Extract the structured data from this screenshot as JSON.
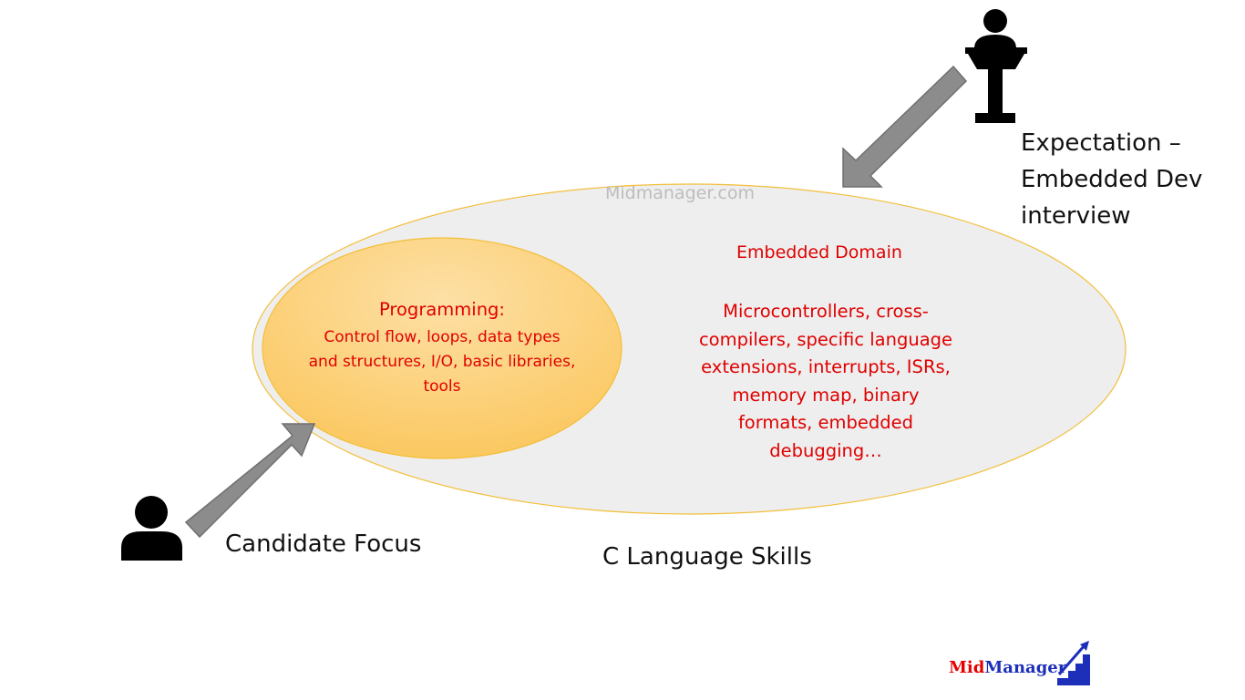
{
  "watermark": "Midmanager.com",
  "expectation": {
    "lines": [
      "Expectation –",
      "Embedded Dev",
      "interview"
    ]
  },
  "embedded_domain": {
    "title": "Embedded Domain",
    "lines": [
      "Microcontrollers, cross-",
      "compilers, specific language",
      "extensions, interrupts, ISRs,",
      "memory map, binary",
      "formats, embedded",
      "debugging…"
    ]
  },
  "programming": {
    "title": "Programming:",
    "lines": [
      "Control flow, loops, data types",
      "and structures, I/O, basic libraries,",
      "tools"
    ]
  },
  "candidate_focus": "Candidate Focus",
  "c_language_skills": "C Language Skills",
  "logo": {
    "mid": "Mid",
    "manager": "Manager"
  },
  "icons": {
    "interviewer": "person-at-podium-icon",
    "candidate": "person-icon",
    "logo_mark": "stairs-arrow-icon"
  },
  "colors": {
    "outer_ellipse_fill": "#eeeeee",
    "ellipse_stroke": "#f3bf3a",
    "inner_ellipse_fill": "#fcd183",
    "domain_text": "#e00000",
    "arrow_fill": "#8c8c8c",
    "icon_fill": "#000000",
    "logo_mid": "#e60000",
    "logo_manager": "#1d2fb8"
  }
}
